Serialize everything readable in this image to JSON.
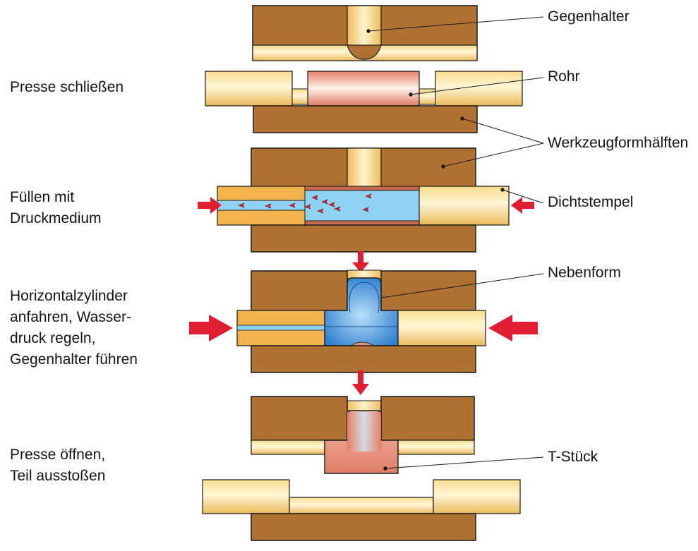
{
  "steps": [
    {
      "lines": [
        "Presse schließen"
      ]
    },
    {
      "lines": [
        "Füllen mit",
        "Druckmedium"
      ]
    },
    {
      "lines": [
        "Horizontalzylinder",
        "anfahren, Wasser-",
        "druck regeln,",
        "Gegenhalter führen"
      ]
    },
    {
      "lines": [
        "Presse öffnen,",
        "Teil ausstoßen"
      ]
    }
  ],
  "callouts": {
    "gegenhalter": "Gegenhalter",
    "rohr": "Rohr",
    "werkzeugformhaelften": "Werkzeugformhälften",
    "dichtstempel": "Dichtstempel",
    "nebenform": "Nebenform",
    "t_stueck": "T-Stück"
  },
  "colors": {
    "die": "#b07232",
    "punch": "#f2cc72",
    "pipe": "#e8907a",
    "medium": "#8fd3f2",
    "formed": "#3d8fd6",
    "arrow": "#e01e32"
  }
}
